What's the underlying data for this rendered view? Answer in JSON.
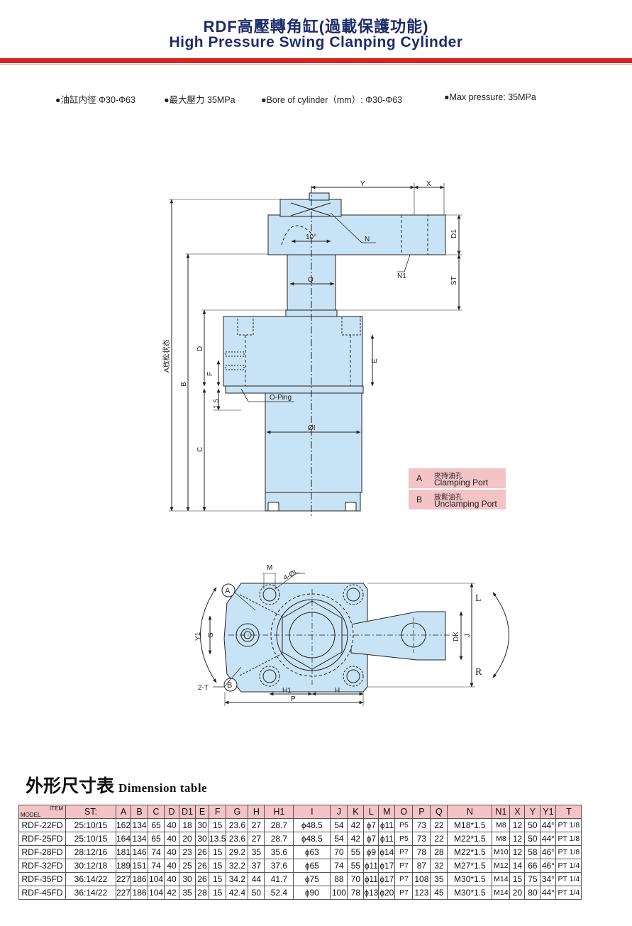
{
  "header": {
    "title_cn": "RDF高壓轉角缸(過載保護功能)",
    "title_en": "High Pressure Swing Clanping Cylinder"
  },
  "specs": [
    "●油缸内徑 Φ30-Φ63",
    "●最大壓力 35MPa",
    "●Bore of cylinder（mm）: Φ30-Φ63",
    "●Max pressure: 35MPa"
  ],
  "drawing_labels": {
    "y": "Y",
    "x": "X",
    "d1": "D1",
    "n": "N",
    "n1": "N1",
    "st": "ST",
    "angle": "10°",
    "q": "Q",
    "a_state": "A放松状态",
    "b": "B",
    "d": "D",
    "e": "E",
    "f": "F",
    "oping": "O-Ping",
    "h1_5": "1.5",
    "c": "C",
    "phi_i": "ØI",
    "m": "M",
    "four_phi_l": "4-ØL",
    "circle_a": "A",
    "circle_b": "B",
    "y1": "Y1",
    "g": "G",
    "two_t": "2-T",
    "h1": "H1",
    "h": "H",
    "p": "P",
    "dk": "DK",
    "j": "J",
    "l_dir": "L",
    "r_dir": "R"
  },
  "legend": [
    {
      "key": "A",
      "cn": "夾持油孔",
      "en": "Clamping Port"
    },
    {
      "key": "B",
      "cn": "放鬆油孔",
      "en": "Unclamping Port"
    }
  ],
  "dimension_heading": {
    "cn": "外形尺寸表",
    "en": "Dimension table"
  },
  "table": {
    "corner_item": "ITEM",
    "corner_model": "MODEL",
    "headers": [
      "ST:",
      "A",
      "B",
      "C",
      "D",
      "D1",
      "E",
      "F",
      "G",
      "H",
      "H1",
      "I",
      "J",
      "K",
      "L",
      "M",
      "O",
      "P",
      "Q",
      "N",
      "N1",
      "X",
      "Y",
      "Y1",
      "T"
    ],
    "rows": [
      [
        "RDF-22FD",
        "25:10/15",
        "162",
        "134",
        "65",
        "40",
        "18",
        "30",
        "15",
        "23.6",
        "27",
        "28.7",
        "ɸ48.5",
        "54",
        "42",
        "ɸ7",
        "ɸ11",
        "P5",
        "73",
        "22",
        "M18*1.5",
        "M8",
        "12",
        "50",
        "44°",
        "PT 1/8"
      ],
      [
        "RDF-25FD",
        "25:10/15",
        "164",
        "134",
        "65",
        "40",
        "20",
        "30",
        "13.5",
        "23.6",
        "27",
        "28.7",
        "ɸ48.5",
        "54",
        "42",
        "ɸ7",
        "ɸ11",
        "P5",
        "73",
        "22",
        "M22*1.5",
        "M8",
        "12",
        "50",
        "44°",
        "PT 1/8"
      ],
      [
        "RDF-28FD",
        "28:12/16",
        "181",
        "146",
        "74",
        "40",
        "23",
        "26",
        "15",
        "29.2",
        "35",
        "35.6",
        "ɸ63",
        "70",
        "55",
        "ɸ9",
        "ɸ14",
        "P7",
        "78",
        "28",
        "M22*1.5",
        "M10",
        "12",
        "58",
        "46°",
        "PT 1/8"
      ],
      [
        "RDF-32FD",
        "30:12/18",
        "189",
        "151",
        "74",
        "40",
        "25",
        "26",
        "15",
        "32.2",
        "37",
        "37.6",
        "ɸ65",
        "74",
        "55",
        "ɸ11",
        "ɸ17",
        "P7",
        "87",
        "32",
        "M27*1.5",
        "M12",
        "14",
        "66",
        "46°",
        "PT 1/4"
      ],
      [
        "RDF-35FD",
        "36:14/22",
        "227",
        "186",
        "104",
        "40",
        "30",
        "26",
        "15",
        "34.2",
        "44",
        "41.7",
        "ɸ75",
        "88",
        "70",
        "ɸ11",
        "ɸ17",
        "P7",
        "108",
        "35",
        "M30*1.5",
        "M14",
        "15",
        "75",
        "34°",
        "PT 1/4"
      ],
      [
        "RDF-45FD",
        "36:14/22",
        "227",
        "186",
        "104",
        "42",
        "35",
        "28",
        "15",
        "42.4",
        "50",
        "52.4",
        "ɸ90",
        "100",
        "78",
        "ɸ13",
        "ɸ20",
        "P7",
        "123",
        "45",
        "M30*1.5",
        "M14",
        "20",
        "80",
        "44°",
        "PT 1/4"
      ]
    ]
  },
  "colors": {
    "title": "#1d2c6b",
    "accent_red": "#d8231f",
    "part_fill": "#c8e3f5",
    "legend_pink": "#f3c3c6"
  }
}
